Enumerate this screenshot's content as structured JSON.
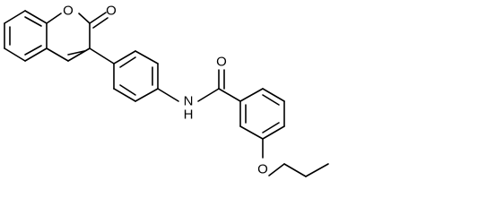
{
  "molecule": {
    "atoms": {
      "ring_o": "O",
      "carbonyl_o_lactone": "O",
      "amide_n": "N",
      "amide_h": "H",
      "amide_o": "O",
      "ether_o": "O"
    }
  },
  "colors": {
    "bond": "#000000",
    "label": "#000000",
    "background": "#ffffff"
  }
}
